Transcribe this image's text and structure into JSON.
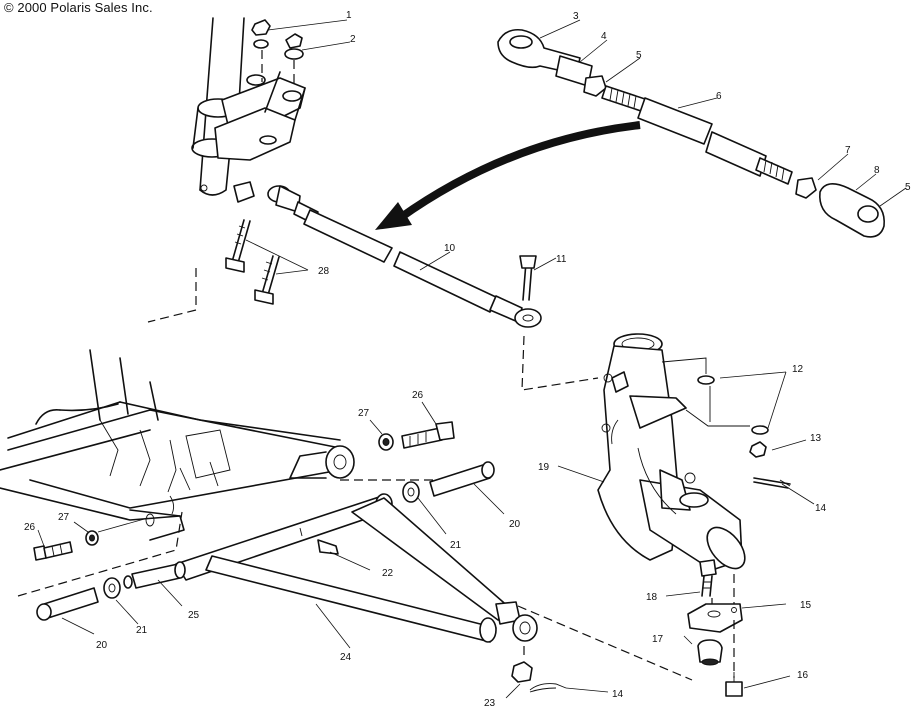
{
  "copyright": "© 2000 Polaris Sales Inc.",
  "callouts": [
    {
      "id": "c1",
      "label": "1"
    },
    {
      "id": "c2",
      "label": "2"
    },
    {
      "id": "c3",
      "label": "3"
    },
    {
      "id": "c4",
      "label": "4"
    },
    {
      "id": "c5a",
      "label": "5"
    },
    {
      "id": "c6",
      "label": "6"
    },
    {
      "id": "c7",
      "label": "7"
    },
    {
      "id": "c8",
      "label": "8"
    },
    {
      "id": "c5b",
      "label": "5"
    },
    {
      "id": "c10",
      "label": "10"
    },
    {
      "id": "c11",
      "label": "11"
    },
    {
      "id": "c28",
      "label": "28"
    },
    {
      "id": "c12",
      "label": "12"
    },
    {
      "id": "c13",
      "label": "13"
    },
    {
      "id": "c14a",
      "label": "14"
    },
    {
      "id": "c19",
      "label": "19"
    },
    {
      "id": "c26a",
      "label": "26"
    },
    {
      "id": "c27a",
      "label": "27"
    },
    {
      "id": "c20a",
      "label": "20"
    },
    {
      "id": "c21a",
      "label": "21"
    },
    {
      "id": "c22",
      "label": "22"
    },
    {
      "id": "c26b",
      "label": "26"
    },
    {
      "id": "c27b",
      "label": "27"
    },
    {
      "id": "c25",
      "label": "25"
    },
    {
      "id": "c21b",
      "label": "21"
    },
    {
      "id": "c20b",
      "label": "20"
    },
    {
      "id": "c24",
      "label": "24"
    },
    {
      "id": "c18",
      "label": "18"
    },
    {
      "id": "c15",
      "label": "15"
    },
    {
      "id": "c17",
      "label": "17"
    },
    {
      "id": "c16",
      "label": "16"
    },
    {
      "id": "c23",
      "label": "23"
    },
    {
      "id": "c14b",
      "label": "14"
    }
  ]
}
